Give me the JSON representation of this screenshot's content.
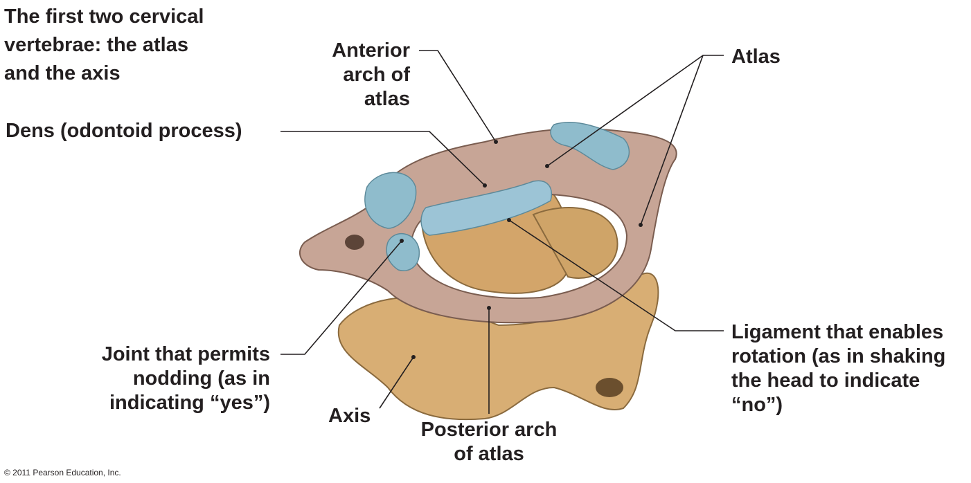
{
  "title": [
    "The first two cervical",
    "vertebrae: the atlas",
    "and the axis"
  ],
  "labels": {
    "anterior_arch": [
      "Anterior",
      "arch of",
      "atlas"
    ],
    "dens": "Dens  (odontoid process)",
    "atlas": "Atlas",
    "ligament": [
      "Ligament that enables",
      "rotation (as in shaking",
      "the head to indicate",
      "“no”)"
    ],
    "joint": [
      "Joint that permits",
      "nodding (as in",
      "indicating “yes”)"
    ],
    "axis": "Axis",
    "posterior_arch": [
      "Posterior arch",
      "of atlas"
    ]
  },
  "copyright": "© 2011 Pearson Education, Inc.",
  "colors": {
    "atlas_bone": "#c7a596",
    "axis_bone": "#d8ae74",
    "cartilage": "#8fbccc",
    "ligament": "#9cc4d6",
    "text": "#231f20"
  }
}
